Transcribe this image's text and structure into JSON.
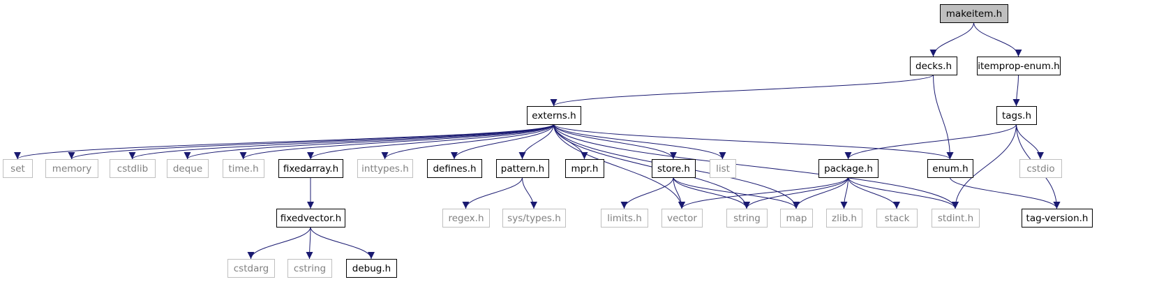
{
  "colors": {
    "edge": "#191970",
    "node_border": "#000000",
    "external_border": "#bfbfbf",
    "external_text": "#808080",
    "root_fill": "#bfbfbf",
    "node_fill": "#ffffff",
    "text": "#000000"
  },
  "nodes": [
    {
      "id": "makeitem",
      "label": "makeitem.h",
      "kind": "root"
    },
    {
      "id": "decks",
      "label": "decks.h",
      "kind": "local"
    },
    {
      "id": "itemprop",
      "label": "itemprop-enum.h",
      "kind": "local"
    },
    {
      "id": "tags",
      "label": "tags.h",
      "kind": "local"
    },
    {
      "id": "externs",
      "label": "externs.h",
      "kind": "local"
    },
    {
      "id": "set",
      "label": "set",
      "kind": "system"
    },
    {
      "id": "memory",
      "label": "memory",
      "kind": "system"
    },
    {
      "id": "cstdlib",
      "label": "cstdlib",
      "kind": "system"
    },
    {
      "id": "deque",
      "label": "deque",
      "kind": "system"
    },
    {
      "id": "time",
      "label": "time.h",
      "kind": "system"
    },
    {
      "id": "fixedarray",
      "label": "fixedarray.h",
      "kind": "local"
    },
    {
      "id": "inttypes",
      "label": "inttypes.h",
      "kind": "system"
    },
    {
      "id": "defines",
      "label": "defines.h",
      "kind": "local"
    },
    {
      "id": "pattern",
      "label": "pattern.h",
      "kind": "local"
    },
    {
      "id": "mpr",
      "label": "mpr.h",
      "kind": "local"
    },
    {
      "id": "store",
      "label": "store.h",
      "kind": "local"
    },
    {
      "id": "list",
      "label": "list",
      "kind": "system"
    },
    {
      "id": "package",
      "label": "package.h",
      "kind": "local"
    },
    {
      "id": "enum",
      "label": "enum.h",
      "kind": "local"
    },
    {
      "id": "cstdio",
      "label": "cstdio",
      "kind": "system"
    },
    {
      "id": "fixedvector",
      "label": "fixedvector.h",
      "kind": "local"
    },
    {
      "id": "regex",
      "label": "regex.h",
      "kind": "system"
    },
    {
      "id": "systypes",
      "label": "sys/types.h",
      "kind": "system"
    },
    {
      "id": "limits",
      "label": "limits.h",
      "kind": "system"
    },
    {
      "id": "vector",
      "label": "vector",
      "kind": "system"
    },
    {
      "id": "string",
      "label": "string",
      "kind": "system"
    },
    {
      "id": "map",
      "label": "map",
      "kind": "system"
    },
    {
      "id": "zlib",
      "label": "zlib.h",
      "kind": "system"
    },
    {
      "id": "stack",
      "label": "stack",
      "kind": "system"
    },
    {
      "id": "stdint",
      "label": "stdint.h",
      "kind": "system"
    },
    {
      "id": "tagversion",
      "label": "tag-version.h",
      "kind": "local"
    },
    {
      "id": "cstdarg",
      "label": "cstdarg",
      "kind": "system"
    },
    {
      "id": "cstring",
      "label": "cstring",
      "kind": "system"
    },
    {
      "id": "debug",
      "label": "debug.h",
      "kind": "local"
    }
  ],
  "edges": [
    [
      "makeitem",
      "decks"
    ],
    [
      "makeitem",
      "itemprop"
    ],
    [
      "decks",
      "externs"
    ],
    [
      "decks",
      "enum"
    ],
    [
      "itemprop",
      "tags"
    ],
    [
      "externs",
      "set"
    ],
    [
      "externs",
      "memory"
    ],
    [
      "externs",
      "cstdlib"
    ],
    [
      "externs",
      "deque"
    ],
    [
      "externs",
      "time"
    ],
    [
      "externs",
      "fixedarray"
    ],
    [
      "externs",
      "inttypes"
    ],
    [
      "externs",
      "defines"
    ],
    [
      "externs",
      "pattern"
    ],
    [
      "externs",
      "mpr"
    ],
    [
      "externs",
      "store"
    ],
    [
      "externs",
      "list"
    ],
    [
      "externs",
      "vector"
    ],
    [
      "externs",
      "string"
    ],
    [
      "externs",
      "map"
    ],
    [
      "externs",
      "enum"
    ],
    [
      "externs",
      "stdint"
    ],
    [
      "tags",
      "package"
    ],
    [
      "tags",
      "stdint"
    ],
    [
      "tags",
      "cstdio"
    ],
    [
      "tags",
      "tagversion"
    ],
    [
      "fixedarray",
      "fixedvector"
    ],
    [
      "fixedvector",
      "cstdarg"
    ],
    [
      "fixedvector",
      "cstring"
    ],
    [
      "fixedvector",
      "debug"
    ],
    [
      "pattern",
      "regex"
    ],
    [
      "pattern",
      "systypes"
    ],
    [
      "store",
      "limits"
    ],
    [
      "store",
      "vector"
    ],
    [
      "store",
      "string"
    ],
    [
      "store",
      "map"
    ],
    [
      "package",
      "vector"
    ],
    [
      "package",
      "string"
    ],
    [
      "package",
      "map"
    ],
    [
      "package",
      "zlib"
    ],
    [
      "package",
      "stack"
    ],
    [
      "package",
      "stdint"
    ],
    [
      "enum",
      "tagversion"
    ]
  ]
}
